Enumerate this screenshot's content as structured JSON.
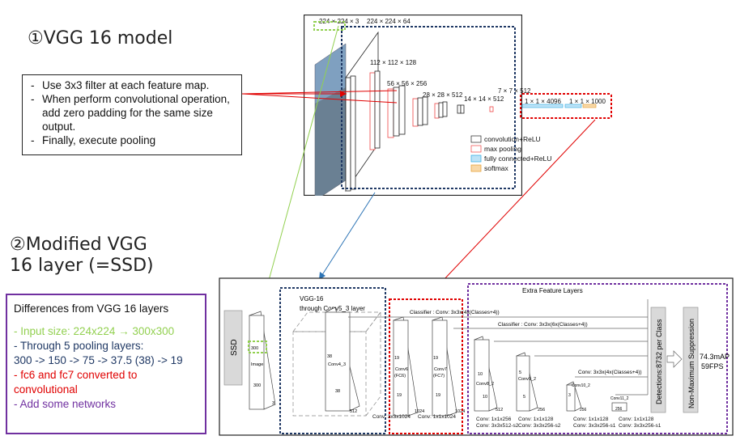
{
  "section1": {
    "title": "①VGG 16 model"
  },
  "section2": {
    "title_line1": "②Modified VGG",
    "title_line2": "16 layer (=SSD)"
  },
  "notes": {
    "items": [
      "Use 3x3 filter at each feature map.",
      "When perform convolutional operation, add zero padding for the same size output.",
      "Finally, execute pooling"
    ]
  },
  "differences": {
    "title": "Differences from VGG 16 layers",
    "input_size": "- Input size: 224x224 → 300x300",
    "pooling": "- Through 5 pooling layers:",
    "pooling_values": "300 -> 150 -> 75 -> 37.5 (38) -> 19",
    "fc": "- fc6 and fc7 converted to convolutional",
    "networks": "- Add some networks"
  },
  "vgg": {
    "dims": [
      "224 × 224 × 3",
      "224 × 224 × 64",
      "112 × 112 × 128",
      "56 × 56 × 256",
      "28 × 28 × 512",
      "14 × 14 × 512",
      "7 × 7 × 512",
      "1 × 1 × 4096",
      "1 × 1 × 1000"
    ],
    "legend": [
      "convolution+ReLU",
      "max pooling",
      "fully connected+ReLU",
      "softmax"
    ]
  },
  "ssd": {
    "ssd_label": "SSD",
    "image_label": "Image",
    "image_size_top": "300",
    "image_size_side": "300",
    "image_channels": "3",
    "vgg_box_title": "VGG-16",
    "vgg_box_sub": "through Conv5_3 layer",
    "conv4_label": "Conv4_3",
    "conv4_dim1": "38",
    "conv4_dim2": "38",
    "conv4_ch": "512",
    "conv6_label": "Conv6",
    "conv6_sub": "(FC6)",
    "conv6_dim1": "19",
    "conv6_dim2": "19",
    "conv6_ch": "1024",
    "conv7_label": "Conv7",
    "conv7_sub": "(FC7)",
    "conv7_dim1": "19",
    "conv7_dim2": "19",
    "conv7_ch": "1024",
    "extra_title": "Extra Feature Layers",
    "classifier1": "Classifier : Conv: 3x3x(4x(Classes+4))",
    "classifier2": "Classifier : Conv: 3x3x(6x(Classes+4))",
    "classifier3": "Conv: 3x3x(4x(Classes+4))",
    "conv8_label": "Conv8_2",
    "conv8_dim1": "10",
    "conv8_dim2": "10",
    "conv8_ch": "512",
    "conv9_label": "Conv9_2",
    "conv9_dim1": "5",
    "conv9_dim2": "5",
    "conv9_ch": "256",
    "conv10_label": "Conv10_2",
    "conv10_dim1": "3",
    "conv10_ch": "256",
    "conv11_label": "Conv11_2",
    "conv11_ch": "256",
    "bottom_1a": "Conv: 3x3x1024",
    "bottom_1b": "Conv: 1x1x1024",
    "bottom_2a": "Conv: 1x1x256",
    "bottom_2b": "Conv: 3x3x512-s2",
    "bottom_3a": "Conv: 1x1x128",
    "bottom_3b": "Conv: 3x3x256-s2",
    "bottom_4a": "Conv: 1x1x128",
    "bottom_4b": "Conv: 3x3x256-s1",
    "bottom_5a": "Conv: 1x1x128",
    "bottom_5b": "Conv: 3x3x256-s1",
    "detections": "Detections:8732 per Class",
    "nms": "Non-Maximum Suppression",
    "map": "74.3mAP",
    "fps": "59FPS"
  },
  "colors": {
    "green": "#92d050",
    "blue": "#1f3864",
    "red": "#e00000",
    "purple": "#7030a0",
    "arrow_blue": "#2e75b6"
  }
}
